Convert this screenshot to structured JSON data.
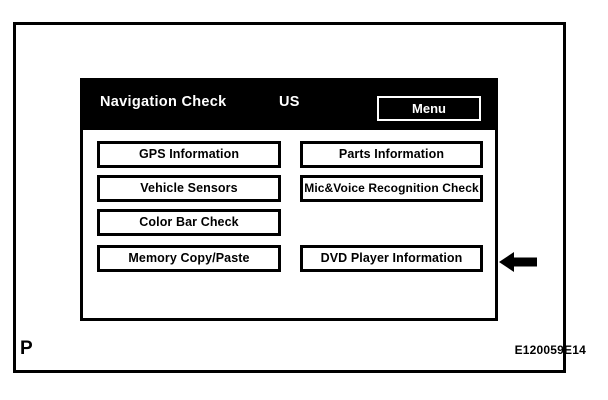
{
  "figure": {
    "park_indicator": "P",
    "code": "E120059E14"
  },
  "nav_screen": {
    "header": {
      "title": "Navigation Check",
      "region": "US",
      "menu_label": "Menu"
    },
    "buttons": [
      {
        "id": "gps-information",
        "label": "GPS Information",
        "column": "left",
        "row": 1,
        "lines": 1
      },
      {
        "id": "vehicle-sensors",
        "label": "Vehicle Sensors",
        "column": "left",
        "row": 2,
        "lines": 1
      },
      {
        "id": "color-bar-check",
        "label": "Color Bar Check",
        "column": "left",
        "row": 3,
        "lines": 1
      },
      {
        "id": "memory-copy-paste",
        "label": "Memory Copy/Paste",
        "column": "left",
        "row": 4,
        "lines": 1
      },
      {
        "id": "parts-information",
        "label": "Parts Information",
        "column": "right",
        "row": 1,
        "lines": 1
      },
      {
        "id": "mic-voice-recognition",
        "label": "Mic&Voice Recognition Check",
        "column": "right",
        "row": 2,
        "lines": 2
      },
      {
        "id": "dvd-player-information",
        "label": "DVD Player Information",
        "column": "right",
        "row": 4,
        "lines": 1
      }
    ]
  },
  "callout": {
    "arrow_direction": "left",
    "target_button": "DVD Player Information"
  },
  "colors": {
    "ink": "#000000",
    "paper": "#ffffff",
    "header_bg": "#000000",
    "header_text": "#ffffff"
  }
}
